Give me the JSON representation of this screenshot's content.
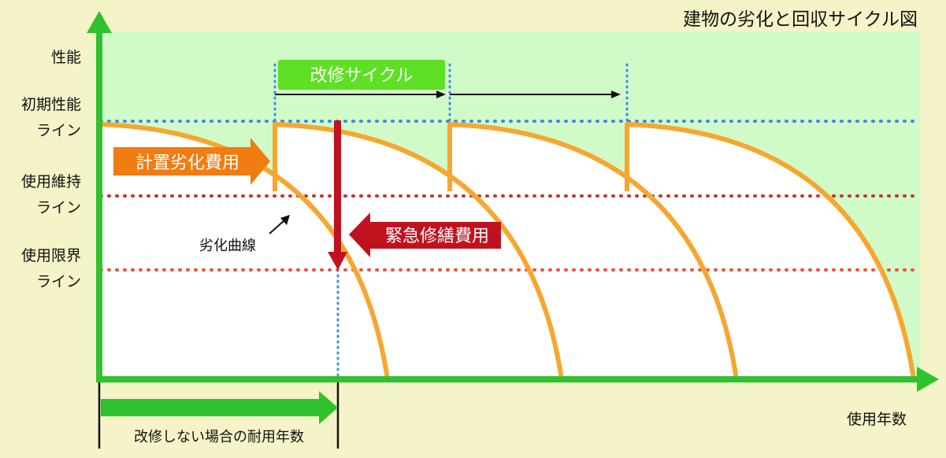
{
  "title": "建物の劣化と回収サイクル図",
  "y_axis": {
    "top_label": "性能",
    "lines": [
      {
        "label_1": "初期性能",
        "label_2": "ライン",
        "color": "#3a8be8"
      },
      {
        "label_1": "使用維持",
        "label_2": "ライン",
        "color": "#c0392b"
      },
      {
        "label_1": "使用限界",
        "label_2": "ライン",
        "color": "#e8553a"
      }
    ]
  },
  "x_axis": {
    "label": "使用年数"
  },
  "labels": {
    "repair_cycle": "改修サイクル",
    "planned_cost": "計置劣化費用",
    "emergency_cost": "緊急修繕費用",
    "deterioration_curve": "劣化曲線",
    "lifespan_without_repair": "改修しない場合の耐用年数"
  },
  "colors": {
    "background": "#f5f3c8",
    "plot_area": "#d0fbc8",
    "axis": "#2fc22f",
    "curve": "#f7a630",
    "planned_cost": "#f07c12",
    "emergency_cost": "#c0121e",
    "repair_cycle": "#5ee025"
  }
}
